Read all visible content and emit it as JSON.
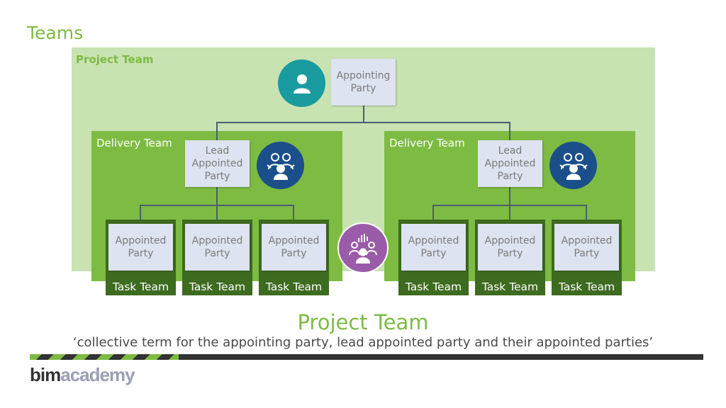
{
  "page_title": "Teams",
  "project_team_label": "Project Team",
  "appointing_party": "Appointing Party",
  "delivery_teams": [
    {
      "label": "Delivery Team",
      "lead": "Lead Appointed Party",
      "tasks": [
        {
          "party": "Appointed Party",
          "label": "Task Team"
        },
        {
          "party": "Appointed Party",
          "label": "Task Team"
        },
        {
          "party": "Appointed Party",
          "label": "Task Team"
        }
      ]
    },
    {
      "label": "Delivery Team",
      "lead": "Lead Appointed Party",
      "tasks": [
        {
          "party": "Appointed Party",
          "label": "Task Team"
        },
        {
          "party": "Appointed Party",
          "label": "Task Team"
        },
        {
          "party": "Appointed Party",
          "label": "Task Team"
        }
      ]
    }
  ],
  "subtitle": "Project Team",
  "definition": "‘collective term for the appointing party, lead appointed party and their appointed parties’",
  "logo": {
    "bim": "bim",
    "academy": "academy"
  },
  "colors": {
    "green": "#7dbb42",
    "light_green": "#c8e2b2",
    "dark_green": "#3d6b1f",
    "teal": "#1a9ba0",
    "navy": "#1b4f8a",
    "purple": "#9a5ba8"
  },
  "icons": {
    "appointing": "person-icon",
    "lead": "group-lead-icon",
    "task": "task-team-icon"
  }
}
